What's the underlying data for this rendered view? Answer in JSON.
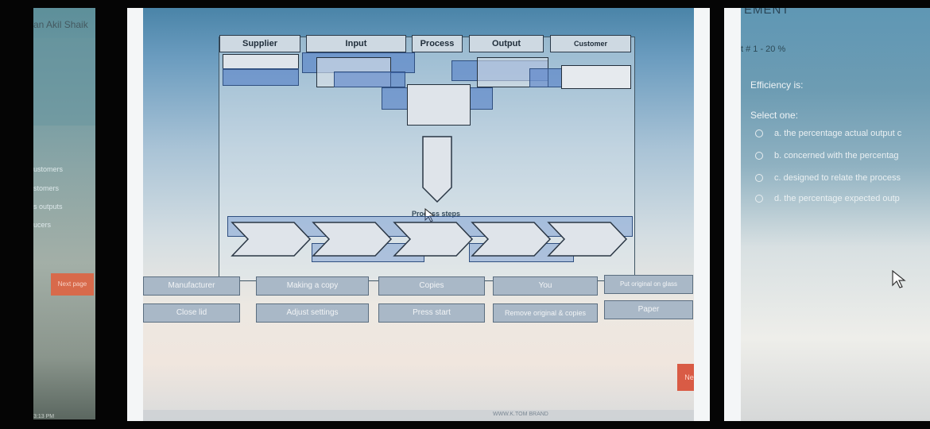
{
  "left": {
    "user_name": "an Akil Shaik",
    "sidebar_items": [
      "ustomers",
      "stomers",
      "s outputs",
      "ucers"
    ],
    "next_page_label": "Next page",
    "clock": "3:13 PM"
  },
  "diagram": {
    "headers": [
      "Supplier",
      "Input",
      "Process",
      "Output",
      "Customer"
    ],
    "steps_label": "Process steps"
  },
  "tiles_row1": [
    "Manufacturer",
    "Making a copy",
    "Copies",
    "You",
    "Put original on glass"
  ],
  "tiles_row2": [
    "Close lid",
    "Adjust settings",
    "Press start",
    "Remove original & copies",
    "Paper"
  ],
  "mid_next_label": "Ne",
  "mid_taskbar": [
    "WWW.K.TOM BRAND"
  ],
  "right": {
    "header": "EMENT",
    "question_number": "t # 1 - 20 %",
    "question": "Efficiency is:",
    "select_one": "Select one:",
    "options": [
      "a. the percentage actual output c",
      "b. concerned with the percentag",
      "c. designed to relate the process",
      "d. the percentage expected outp"
    ]
  }
}
